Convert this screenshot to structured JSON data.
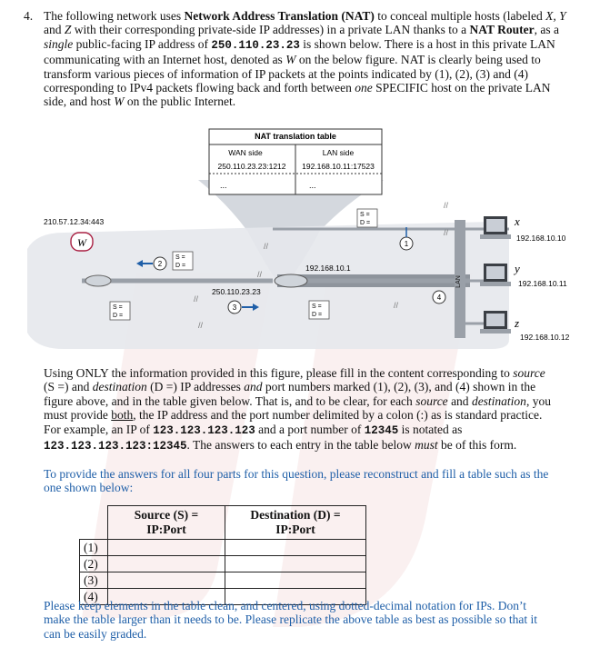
{
  "question": {
    "number": "4.",
    "text_runs": [
      {
        "t": "The following network uses ",
        "s": ""
      },
      {
        "t": "Network Address Translation (NAT)",
        "s": "b"
      },
      {
        "t": " to conceal multiple hosts (labeled ",
        "s": ""
      },
      {
        "t": "X, Y",
        "s": "i"
      },
      {
        "t": " and ",
        "s": ""
      },
      {
        "t": "Z",
        "s": "i"
      },
      {
        "t": " with their corresponding private-side IP addresses) in a private LAN thanks to a ",
        "s": ""
      },
      {
        "t": "NAT Router",
        "s": "b"
      },
      {
        "t": ", as a ",
        "s": ""
      },
      {
        "t": "single",
        "s": "i"
      },
      {
        "t": " public-facing IP address of ",
        "s": ""
      },
      {
        "t": "250.110.23.23",
        "s": "m"
      },
      {
        "t": " is shown below.  There is a host in this private LAN communicating with an Internet host, denoted as ",
        "s": ""
      },
      {
        "t": "W",
        "s": "i"
      },
      {
        "t": " on the below figure.  NAT is clearly being used to transform various pieces of information of IP packets at the points indicated by (1), (2), (3) and (4) corresponding to IPv4 packets flowing back and forth between ",
        "s": ""
      },
      {
        "t": "one",
        "s": "i"
      },
      {
        "t": " SPECIFIC host on the private LAN side, and host ",
        "s": ""
      },
      {
        "t": "W",
        "s": "i"
      },
      {
        "t": " on the public Internet.",
        "s": ""
      }
    ]
  },
  "figure": {
    "nat_table_title": "NAT translation table",
    "wan_header": "WAN side",
    "lan_header": "LAN side",
    "wan_entry": "250.110.23.23:1212",
    "lan_entry": "192.168.10.11:17523",
    "ellipsis": "...",
    "host_w_label": "W",
    "host_w_ip": "210.57.12.34:443",
    "router_public_ip": "250.110.23.23",
    "router_private_ip": "192.168.10.1",
    "hosts": [
      {
        "label": "x",
        "ip": "192.168.10.10"
      },
      {
        "label": "y",
        "ip": "192.168.10.11"
      },
      {
        "label": "z",
        "ip": "192.168.10.12"
      }
    ],
    "markers": [
      "1",
      "2",
      "3",
      "4"
    ],
    "sd_s": "S =",
    "sd_d": "D =",
    "lan_tag": "LAN",
    "hash": "//"
  },
  "instructions": {
    "runs": [
      {
        "t": "Using ONLY the information provided in this figure, please fill in the content corresponding to ",
        "s": ""
      },
      {
        "t": "source",
        "s": "i"
      },
      {
        "t": " (S =) and ",
        "s": ""
      },
      {
        "t": "destination",
        "s": "i"
      },
      {
        "t": " (D =) IP addresses ",
        "s": ""
      },
      {
        "t": "and",
        "s": "i"
      },
      {
        "t": " port numbers marked (1), (2), (3), and (4) shown in the figure above, and in the table given below.  That is, and to be clear, for each ",
        "s": ""
      },
      {
        "t": "source",
        "s": "i"
      },
      {
        "t": " and ",
        "s": ""
      },
      {
        "t": "destination",
        "s": "i"
      },
      {
        "t": ", you must provide ",
        "s": ""
      },
      {
        "t": "both",
        "s": "u"
      },
      {
        "t": ", the IP address and the port number delimited by a colon (:) as is standard practice. For example, an IP of ",
        "s": ""
      },
      {
        "t": "123.123.123.123",
        "s": "m"
      },
      {
        "t": " and a port number of ",
        "s": ""
      },
      {
        "t": "12345",
        "s": "m"
      },
      {
        "t": " is notated as ",
        "s": ""
      },
      {
        "t": "123.123.123.123:12345",
        "s": "m"
      },
      {
        "t": ".  The answers to each entry in the table below ",
        "s": ""
      },
      {
        "t": "must",
        "s": "i"
      },
      {
        "t": " be of this form.",
        "s": ""
      }
    ]
  },
  "reconstruct_note": "To provide the answers for all four parts for this question, please reconstruct and fill a table such as the one shown below:",
  "answer_table": {
    "headers": [
      "",
      "Source (S) = IP:Port",
      "Destination (D) = IP:Port"
    ],
    "rows": [
      "(1)",
      "(2)",
      "(3)",
      "(4)"
    ]
  },
  "closing_note": "Please keep elements in the table clean, and centered, using dotted-decimal notation for IPs.  Don’t make the table larger than it needs to be.  Please replicate the above table as best as possible so that it can be easily graded.",
  "colors": {
    "accent_blue": "#1f5fa8",
    "figure_gray": "#c8ccd2",
    "watermark_red": "#f4dede"
  }
}
